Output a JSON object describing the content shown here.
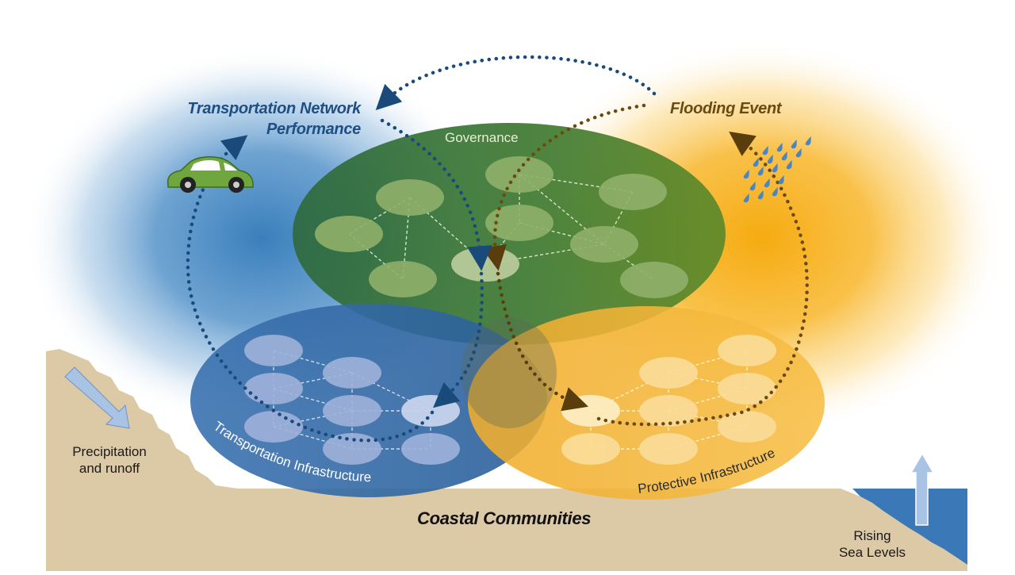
{
  "labels": {
    "transportation_network_performance": [
      "Transportation Network",
      "Performance"
    ],
    "flooding_event": "Flooding Event",
    "governance": "Governance",
    "transportation_infrastructure": "Transportation Infrastructure",
    "protective_infrastructure": "Protective Infrastructure",
    "coastal_communities": "Coastal Communities",
    "precipitation_and_runoff": [
      "Precipitation",
      "and runoff"
    ],
    "rising_sea_levels": [
      "Rising",
      "Sea Levels"
    ]
  },
  "icons": [
    "car-icon",
    "rain-drops-icon",
    "runoff-arrow-icon",
    "sea-level-arrow-icon"
  ],
  "colors": {
    "governance": "#3f7a32",
    "transportation": "#2e6fad",
    "protective": "#f5b12a",
    "land": "#dcc9a6",
    "water": "#3b78b7",
    "dots_blue": "#1a4a7a",
    "dots_brown": "#6b4a12",
    "car": "#6fa63e"
  }
}
